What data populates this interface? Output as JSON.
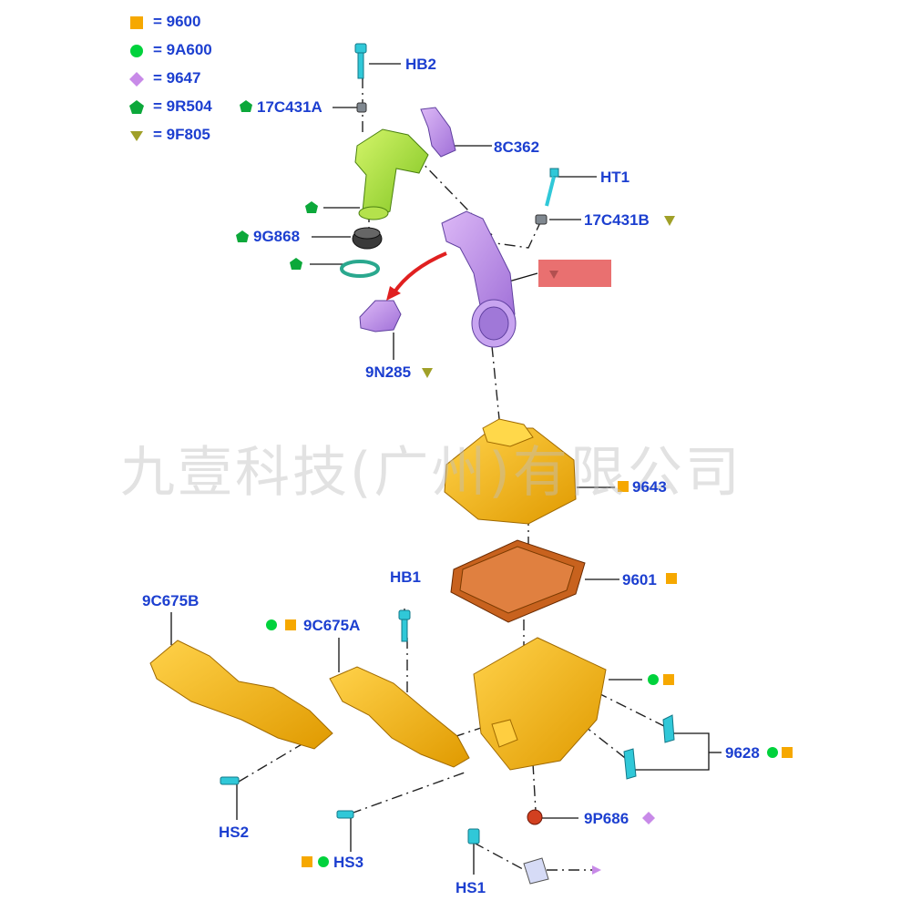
{
  "legend": [
    {
      "symbol": "square",
      "color": "#f6a800",
      "label": "= 9600"
    },
    {
      "symbol": "circle",
      "color": "#00d23c",
      "label": "= 9A600"
    },
    {
      "symbol": "diamond",
      "color": "#c88ae8",
      "label": "= 9647"
    },
    {
      "symbol": "pentagon",
      "color": "#0ca83a",
      "label": "= 9R504"
    },
    {
      "symbol": "triangle-down",
      "color": "#a0a028",
      "label": "= 9F805"
    }
  ],
  "symbol_colors": {
    "square": "#f6a800",
    "circle": "#00d23c",
    "diamond": "#c88ae8",
    "pentagon": "#0ca83a",
    "triangle": "#a0a028"
  },
  "labels": {
    "hb2": "HB2",
    "c17c431a": "17C431A",
    "c8c362": "8C362",
    "ht1": "HT1",
    "c17c431b": "17C431B",
    "c9g868": "9G868",
    "c9n285": "9N285",
    "c9643": "9643",
    "c9601": "9601",
    "hb1": "HB1",
    "c9c675b": "9C675B",
    "c9c675a": "9C675A",
    "c9628": "9628",
    "hs2": "HS2",
    "c9p686": "9P686",
    "hs3": "HS3",
    "hs1": "HS1"
  },
  "watermark": "九壹科技(广州)有限公司",
  "part_colors": {
    "yellow_part": "#f7b515",
    "green_part": "#a8e23c",
    "purple_part": "#c090e8",
    "fastener": "#30c8d8",
    "filter": "#c8621e",
    "label_text": "#1c3fd0",
    "highlight_box": "#e97070",
    "arrow": "#e02020"
  }
}
